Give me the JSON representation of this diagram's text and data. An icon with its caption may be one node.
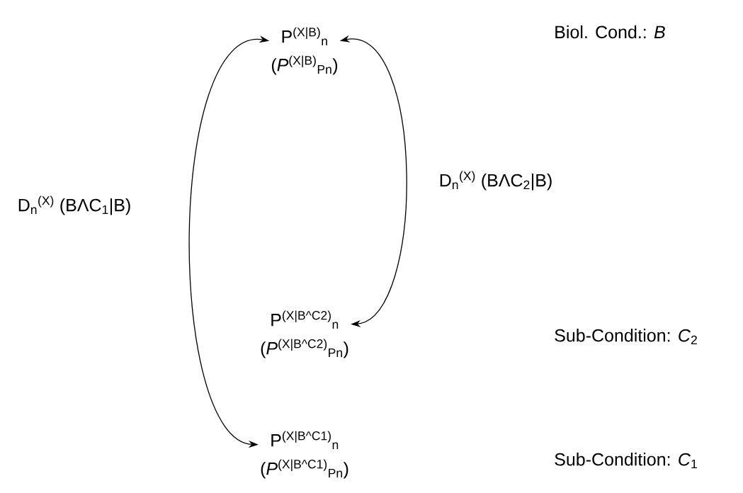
{
  "diagram": {
    "nodes": [
      {
        "text": [
          "P$^{(X|B)}$$_{n}$",
          "(*P*$^{(X|B)}$$_{Pn}$)"
        ]
      },
      {
        "text": [
          "P$^{(X|B^C2)}$$_{n}$",
          "(*P*$^{(X|B^C2)}$$_{Pn}$)"
        ]
      },
      {
        "text": [
          "P$^{(X|B^C1)}$$_{n}$",
          "(*P*$^{(X|B^C1)}$$_{Pn}$)"
        ]
      }
    ],
    "edges": [
      {
        "from": 0,
        "to": 2,
        "arrow": "both",
        "label": "D$_{n}$$^{(X)}$ (BΛC$_{1}$|B)"
      },
      {
        "from": 0,
        "to": 1,
        "arrow": "both",
        "label": "D$_{n}$$^{(X)}$ (BΛC$_{2}$|B)"
      }
    ],
    "labels": [
      "Biol. Cond.: *B*",
      "Sub-Condition: *C*$_{2}$",
      "Sub-Condition: *C*$_{1}$"
    ]
  }
}
